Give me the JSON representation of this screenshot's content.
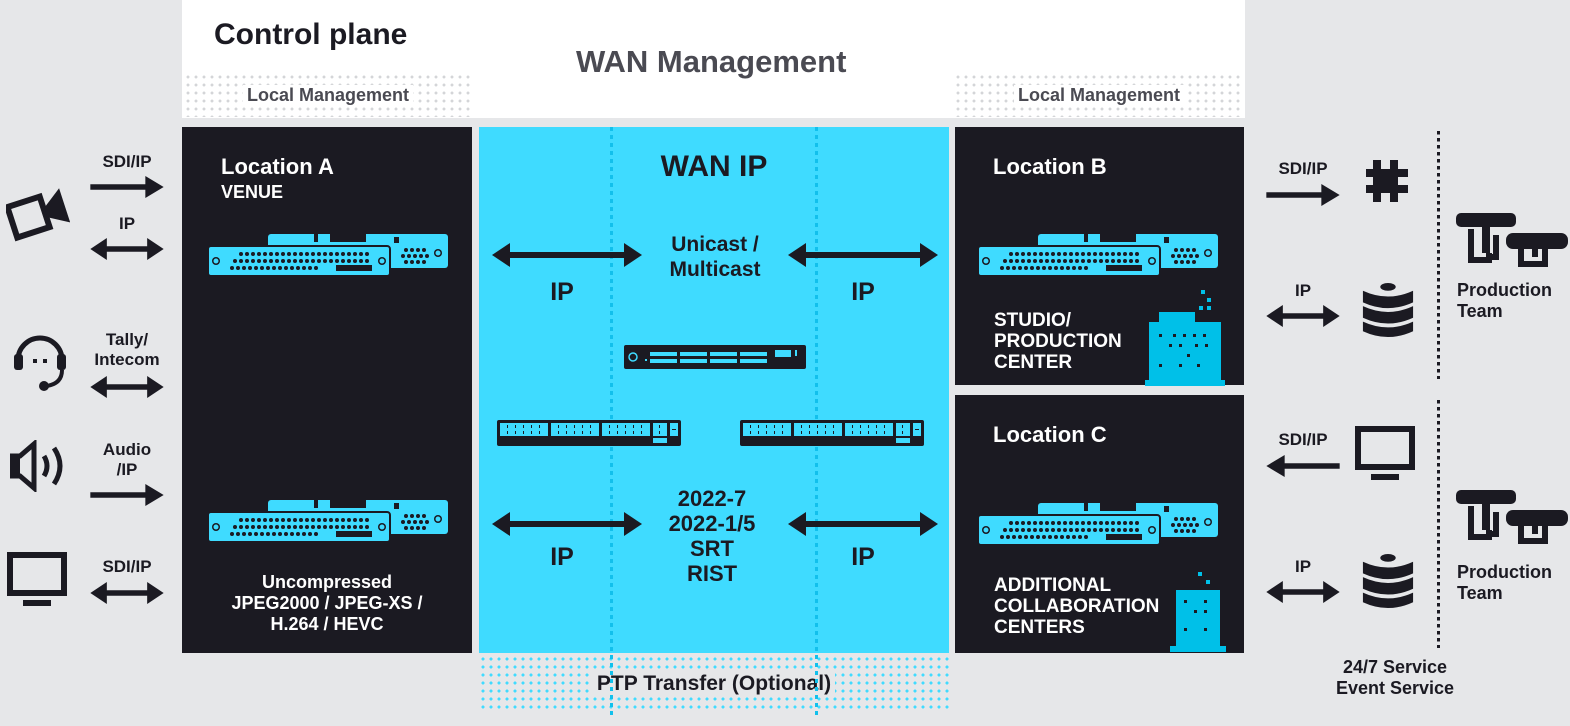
{
  "header": {
    "control_plane": "Control plane",
    "wan_management": "WAN Management",
    "local_management_left": "Local Management",
    "local_management_right": "Local Management"
  },
  "colors": {
    "cyan": "#3fdbff",
    "dark": "#1b1a22",
    "background": "#e6e7e9",
    "white": "#ffffff",
    "building": "#00c0e8"
  },
  "sources": [
    {
      "icon": "video-camera-icon",
      "label": "SDI/IP",
      "direction": "right"
    },
    {
      "icon": "video-camera-icon",
      "label": "IP",
      "direction": "both"
    },
    {
      "icon": "headset-icon",
      "label": "Tally/\nIntecom",
      "line1": "Tally/",
      "line2": "Intecom",
      "direction": "both"
    },
    {
      "icon": "speaker-icon",
      "label": "Audio\n/IP",
      "line1": "Audio",
      "line2": "/IP",
      "direction": "right"
    },
    {
      "icon": "monitor-icon",
      "label": "SDI/IP",
      "direction": "both"
    }
  ],
  "location_a": {
    "title": "Location A",
    "subtitle": "VENUE",
    "caption_lines": [
      "Uncompressed",
      "JPEG2000 / JPEG-XS /",
      "H.264 / HEVC"
    ]
  },
  "wan": {
    "title": "WAN IP",
    "top_center_lines": [
      "Unicast /",
      "Multicast"
    ],
    "bottom_center_lines": [
      "2022-7",
      "2022-1/5",
      "SRT",
      "RIST"
    ],
    "ip_labels": [
      "IP",
      "IP",
      "IP",
      "IP"
    ],
    "ptp": "PTP Transfer (Optional)"
  },
  "location_b": {
    "title": "Location B",
    "caption_lines": [
      "STUDIO/",
      "PRODUCTION",
      "CENTER"
    ]
  },
  "location_c": {
    "title": "Location C",
    "caption_lines": [
      "ADDITIONAL",
      "COLLABORATION",
      "CENTERS"
    ]
  },
  "outputs_b": [
    {
      "icon": "video-switcher-icon",
      "label": "SDI/IP",
      "direction": "right"
    },
    {
      "icon": "storage-icon",
      "label": "IP",
      "direction": "both"
    }
  ],
  "outputs_c": [
    {
      "icon": "monitor-icon",
      "label": "SDI/IP",
      "direction": "left"
    },
    {
      "icon": "storage-icon",
      "label": "IP",
      "direction": "both"
    }
  ],
  "production_team_labels": [
    {
      "line1": "Production",
      "line2": "Team"
    },
    {
      "line1": "Production",
      "line2": "Team"
    }
  ],
  "footer": {
    "line1": "24/7 Service",
    "line2": "Event Service"
  }
}
